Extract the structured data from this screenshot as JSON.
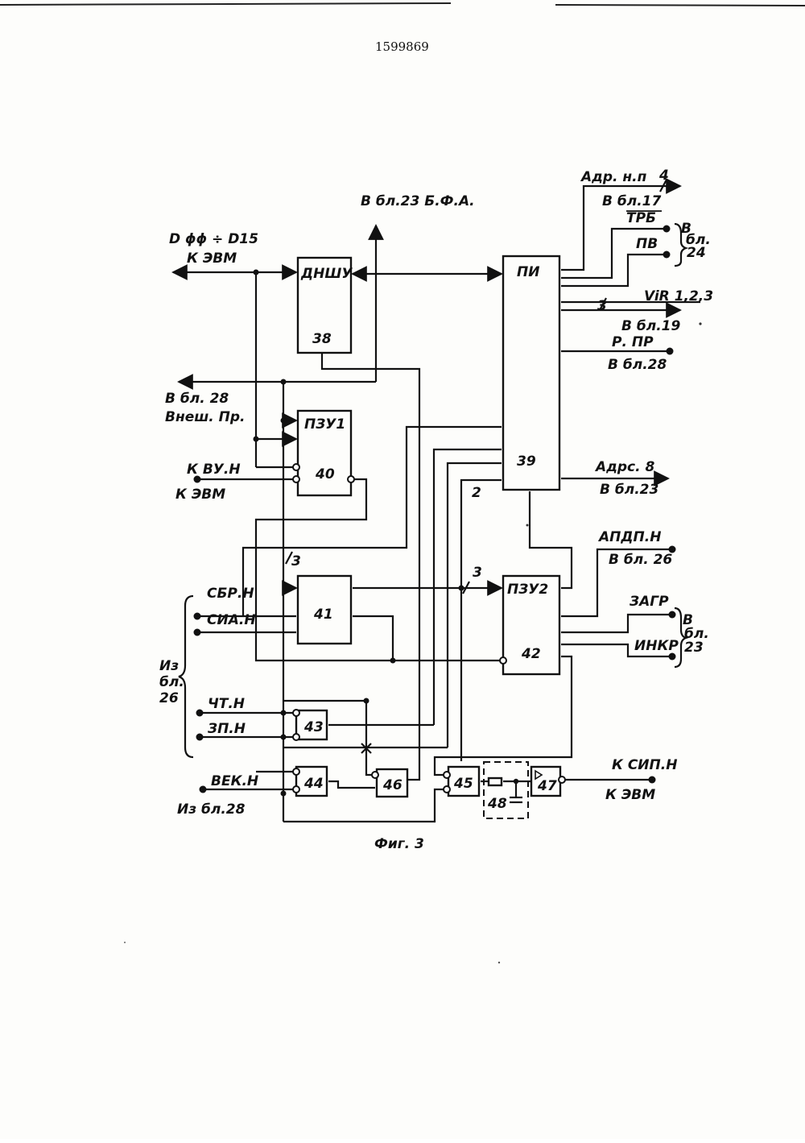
{
  "header": {
    "patent_number": "1599869"
  },
  "caption": "Фиг. 3",
  "blocks": {
    "b38": {
      "title": "ДНШУ",
      "number": "38"
    },
    "b39": {
      "title": "ПИ",
      "number": "39"
    },
    "b40": {
      "title": "ПЗУ1",
      "number": "40"
    },
    "b41": {
      "number": "41"
    },
    "b42": {
      "title": "ПЗУ2",
      "number": "42"
    },
    "b43": {
      "number": "43"
    },
    "b44": {
      "number": "44"
    },
    "b45": {
      "number": "45"
    },
    "b46": {
      "number": "46"
    },
    "b47": {
      "number": "47"
    },
    "b48": {
      "number": "48"
    }
  },
  "labels": {
    "bus_data": "D ϕϕ ÷ D15",
    "to_evm_1": "К ЭВМ",
    "to_bl23_bfa": "В бл.23 Б.Ф.А.",
    "to_bl28_1": "В бл. 28",
    "ext_pr": "Внеш. Пр.",
    "kvu": "К ВУ.Н",
    "to_evm_2": "К ЭВМ",
    "adr_np": "Адр. н.п",
    "adr_np_width": "4",
    "to_bl17": "В бл.17",
    "trb": "ТРБ",
    "pv": "ПВ",
    "to_bl24_v": "В",
    "to_bl24_bl": "бл.",
    "to_bl24_n": "24",
    "vir": "ViR 1,2,3",
    "vir_width": "3",
    "to_bl19": "В бл.19",
    "rpr": "Р. ПР",
    "to_bl28_2": "В бл.28",
    "adrs": "Адрс. 8",
    "to_bl23_1": "В бл.23",
    "apdp": "АПДП.Н",
    "to_bl26": "В бл. 26",
    "zagr": "ЗАГР",
    "inkr": "ИНКР",
    "to_bl23_v": "В",
    "to_bl23_bl": "бл.",
    "to_bl23_n": "23",
    "sbr": "СБР.Н",
    "sia": "СИА.Н",
    "iz": "Из",
    "bl": "бл.",
    "n26": "26",
    "cht": "ЧТ.Н",
    "zp": "ЗП.Н",
    "vek": "ВЕК.Н",
    "from_bl28": "Из бл.28",
    "ksip": "К СИП.Н",
    "to_evm_3": "К ЭВМ",
    "width_3a": "3",
    "width_3b": "3",
    "width_2": "2"
  }
}
